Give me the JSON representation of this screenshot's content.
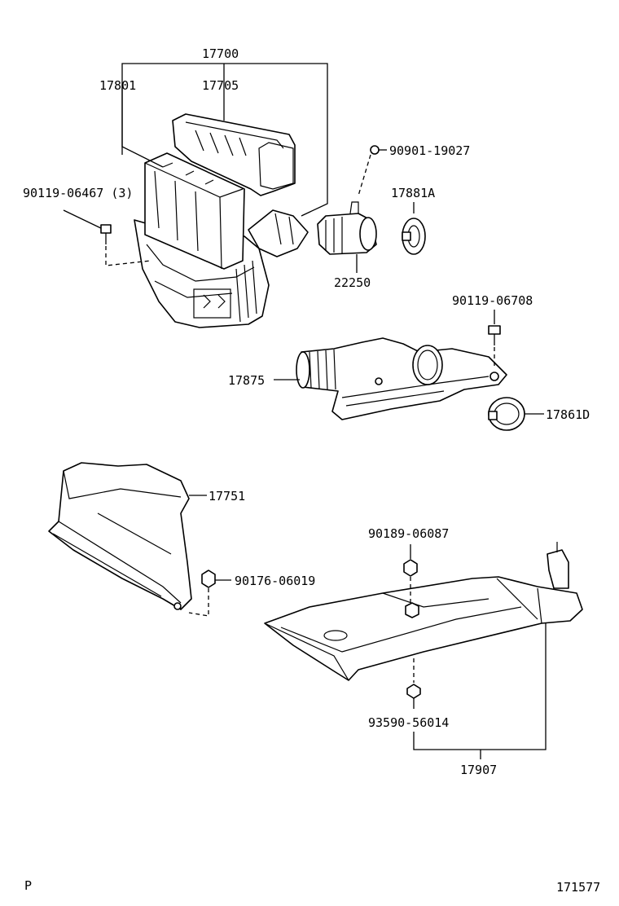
{
  "labels": {
    "p17700": "17700",
    "p17801": "17801",
    "p17705": "17705",
    "p90901_19027": "90901-19027",
    "p90119_06467": "90119-06467 (3)",
    "p17881A": "17881A",
    "p22250": "22250",
    "p90119_06708": "90119-06708",
    "p17875": "17875",
    "p17861D": "17861D",
    "p17751": "17751",
    "p90189_06087": "90189-06087",
    "p90176_06019": "90176-06019",
    "p93590_56014": "93590-56014",
    "p17907": "17907"
  },
  "footer": {
    "left_code": "P",
    "figure_number": "171577"
  }
}
